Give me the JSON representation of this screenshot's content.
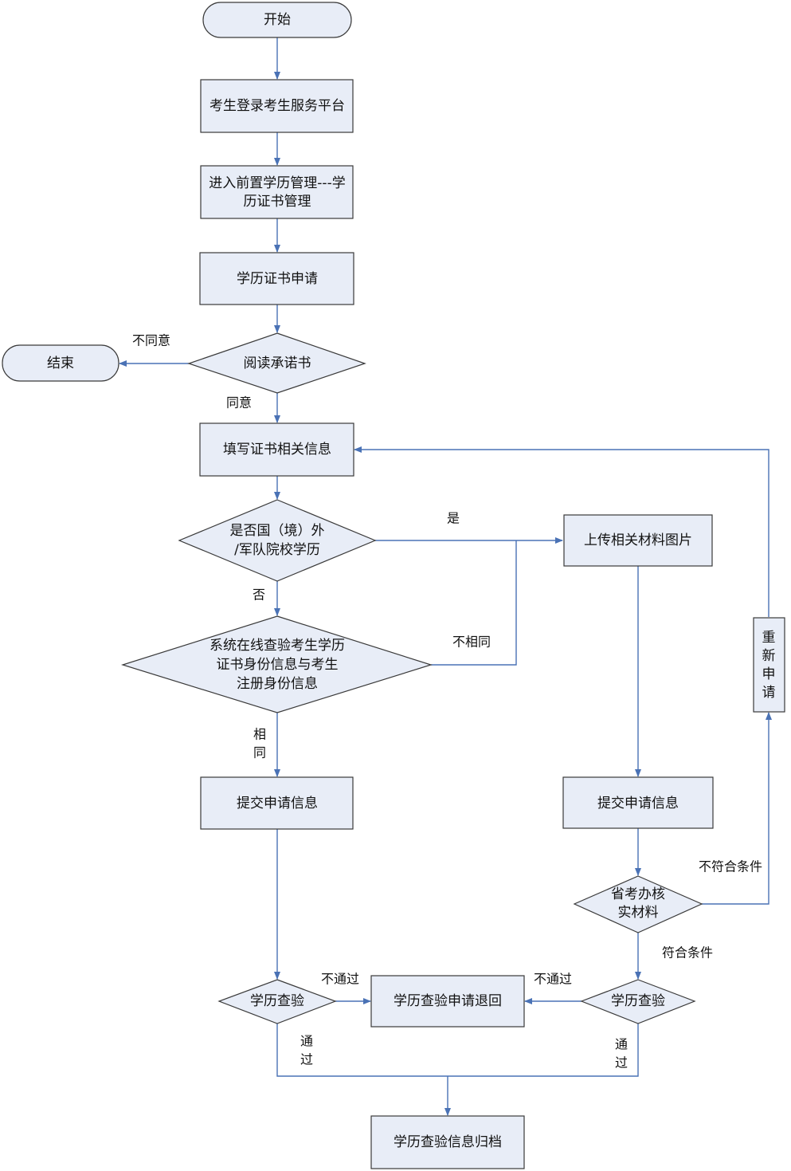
{
  "nodes": {
    "start": "开始",
    "login": "考生登录考生服务平台",
    "enter_line1": "进入前置学历管理---学",
    "enter_line2": "历证书管理",
    "apply": "学历证书申请",
    "read": "阅读承诺书",
    "end": "结束",
    "fill": "填写证书相关信息",
    "foreign_line1": "是否国（境）外",
    "foreign_line2": "/军队院校学历",
    "system_line1": "系统在线查验考生学历",
    "system_line2": "证书身份信息与考生",
    "system_line3": "注册身份信息",
    "upload": "上传相关材料图片",
    "submit_left": "提交申请信息",
    "submit_right": "提交申请信息",
    "verify_line1": "省考办核",
    "verify_line2": "实材料",
    "reapply_1": "重",
    "reapply_2": "新",
    "reapply_3": "申",
    "reapply_4": "请",
    "check_left": "学历查验",
    "check_right": "学历查验",
    "return": "学历查验申请退回",
    "archive": "学历查验信息归档"
  },
  "labels": {
    "disagree": "不同意",
    "agree": "同意",
    "yes": "是",
    "no": "否",
    "not_same": "不相同",
    "same_1": "相",
    "same_2": "同",
    "not_qualified": "不符合条件",
    "qualified": "符合条件",
    "fail_left": "不通过",
    "fail_right": "不通过",
    "pass_left_1": "通",
    "pass_left_2": "过",
    "pass_right_1": "通",
    "pass_right_2": "过"
  },
  "colors": {
    "node_fill": "#e8edf7",
    "node_stroke": "#3a3a3a",
    "connector": "#4a72b5"
  }
}
